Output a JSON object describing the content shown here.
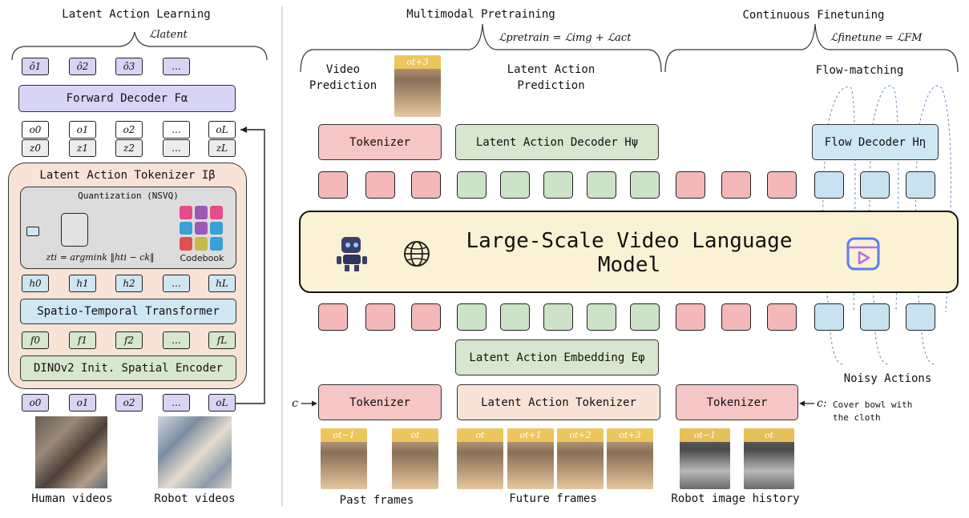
{
  "left": {
    "title": "Latent Action Learning",
    "loss": "ℒlatent",
    "predicted": [
      "ô1",
      "ô2",
      "ô3",
      "..."
    ],
    "forward_decoder": "Forward Decoder Fα",
    "obs": [
      "o0",
      "o1",
      "o2",
      "...",
      "oL"
    ],
    "z": [
      "z0",
      "z1",
      "z2",
      "...",
      "zL"
    ],
    "tokenizer_title": "Latent Action Tokenizer Iβ",
    "quant_title": "Quantization (NSVQ)",
    "quant_formula": "zti = argmink ‖hti − ck‖",
    "codebook_label": "Codebook",
    "codebook_colors": [
      "#e84a8a",
      "#9b59b6",
      "#e84a8a",
      "#3aa0d8",
      "#9b59b6",
      "#3aa0d8",
      "#e05050",
      "#c8b84a",
      "#3aa0d8"
    ],
    "h": [
      "h0",
      "h1",
      "h2",
      "...",
      "hL"
    ],
    "st_transformer": "Spatio-Temporal Transformer",
    "f": [
      "f0",
      "f1",
      "f2",
      "...",
      "fL"
    ],
    "spatial_encoder": "DINOv2 Init. Spatial Encoder",
    "obs_bottom": [
      "o0",
      "o1",
      "o2",
      "...",
      "oL"
    ],
    "human_label": "Human videos",
    "robot_label": "Robot videos"
  },
  "right": {
    "pretrain_title": "Multimodal Pretraining",
    "finetune_title": "Continuous Finetuning",
    "pretrain_loss": "ℒpretrain = ℒimg + ℒact",
    "finetune_loss": "ℒfinetune = ℒFM",
    "video_pred": "Video Prediction",
    "latent_pred": "Latent Action Prediction",
    "flow_matching": "Flow-matching",
    "target_frame": "ot+3",
    "tokenizer_top": "Tokenizer",
    "latent_decoder": "Latent Action Decoder Hψ",
    "flow_decoder": "Flow Decoder Hη",
    "model_title": "Large-Scale Video Language Model",
    "latent_embedding": "Latent Action Embedding Eφ",
    "noisy_actions": "Noisy Actions",
    "tokenizer_left": "Tokenizer",
    "latent_tokenizer": "Latent Action Tokenizer",
    "tokenizer_right": "Tokenizer",
    "c_left": "c",
    "c_right": "c:",
    "instruction": "Cover bowl with the cloth",
    "past_frames": [
      "ot−1",
      "ot"
    ],
    "future_frames": [
      "ot",
      "ot+1",
      "ot+2",
      "ot+3"
    ],
    "robot_frames": [
      "ot−1",
      "ot"
    ],
    "past_label": "Past frames",
    "future_label": "Future frames",
    "robot_history_label": "Robot image history"
  },
  "colors": {
    "purple": "#d8d4f6",
    "blue": "#cfe6f3",
    "green": "#d6e6cf",
    "pink": "#f6c5c5",
    "peach": "#f9e3d6",
    "model_bg": "#fbf1d4"
  }
}
